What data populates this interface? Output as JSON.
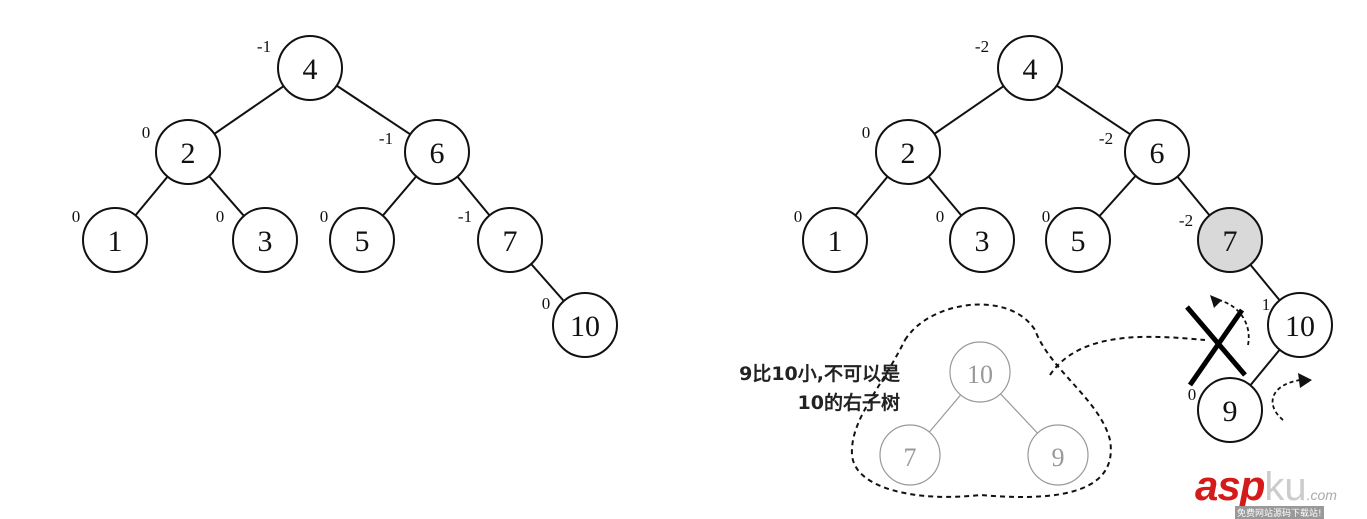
{
  "left_tree": {
    "nodes": [
      {
        "value": "4",
        "balance": "-1"
      },
      {
        "value": "2",
        "balance": "0"
      },
      {
        "value": "6",
        "balance": "-1"
      },
      {
        "value": "1",
        "balance": "0"
      },
      {
        "value": "3",
        "balance": "0"
      },
      {
        "value": "5",
        "balance": "0"
      },
      {
        "value": "7",
        "balance": "-1"
      },
      {
        "value": "10",
        "balance": "0"
      }
    ]
  },
  "right_tree": {
    "nodes": [
      {
        "value": "4",
        "balance": "-2"
      },
      {
        "value": "2",
        "balance": "0"
      },
      {
        "value": "6",
        "balance": "-2"
      },
      {
        "value": "1",
        "balance": "0"
      },
      {
        "value": "3",
        "balance": "0"
      },
      {
        "value": "5",
        "balance": "0"
      },
      {
        "value": "7",
        "balance": "-2",
        "highlighted": true
      },
      {
        "value": "10",
        "balance": "1"
      },
      {
        "value": "9",
        "balance": "0"
      }
    ]
  },
  "invalid_subtree": {
    "nodes": [
      {
        "value": "10"
      },
      {
        "value": "7"
      },
      {
        "value": "9"
      }
    ]
  },
  "annotation": {
    "line1": "9比10小,不可以是",
    "line2": "10的右子树"
  },
  "watermark": {
    "brand": "asp",
    "brand2": "ku",
    ".com": ".com",
    "domain": ".com",
    "tagline": "免费网站源码下载站!"
  },
  "colors": {
    "highlight": "#d9d9d9",
    "faded": "#999999",
    "watermark_red": "#d51a1a"
  }
}
